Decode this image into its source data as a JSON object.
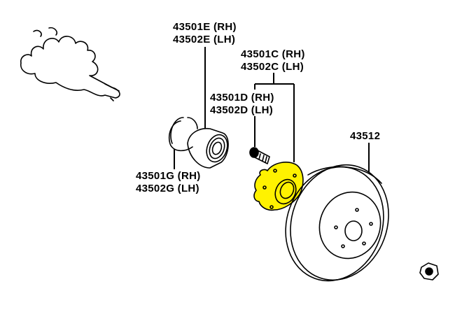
{
  "colors": {
    "highlight": "#FFF200",
    "line": "#000000"
  },
  "parts": {
    "bearing": {
      "rh": "43501E (RH)",
      "lh": "43502E (LH)"
    },
    "hub": {
      "rh": "43501C (RH)",
      "lh": "43502C (LH)"
    },
    "hub_bolt": {
      "rh": "43501D (RH)",
      "lh": "43502D (LH)"
    },
    "snap_ring": {
      "rh": "43501G (RH)",
      "lh": "43502G (LH)"
    },
    "disc": {
      "number": "43512"
    }
  }
}
